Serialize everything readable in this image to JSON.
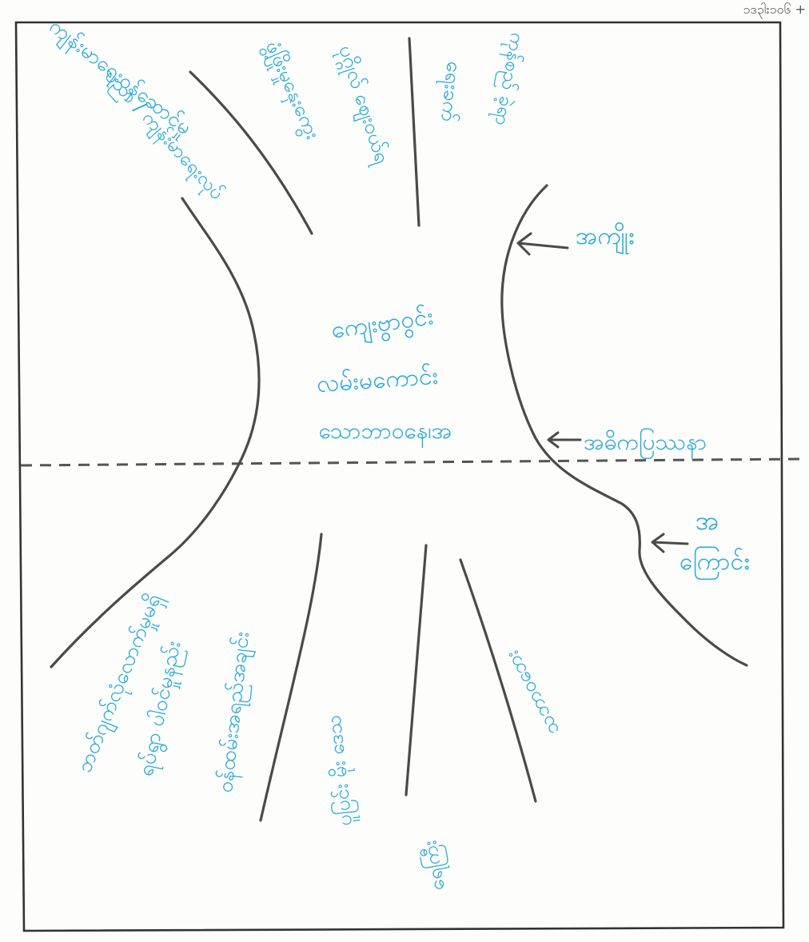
{
  "corner_note": "၁ဒ၃ါး၁ဝ၆ +",
  "tree": {
    "trunk_label": [
      "ကျေးဗွာ၀ွင်း",
      "လမ်းမကောင်း",
      "သောဘာဝနေ၊အ"
    ],
    "crown_label": "အကျိုး",
    "middle_label": "အဓိကပြဿနာ",
    "roots_label": [
      "အ",
      "ကြောင်း"
    ]
  },
  "effects": [
    "ကျန်းမာရေးဝန်ဆောင်မှု",
    "ပညာ / ကျန်းမာရေးလုပ်",
    "ဖွံ့ဖြိုးမှုနှေးကွေး",
    "ပုဂ္ဂိုလ် ဈေးဝယ်ရ",
    "ရေးခက်",
    "ကုန်စည် ခဲ့ရာ"
  ],
  "causes": [
    "ဘတ်ဂျက်လုံလောက်မှုမရှိ",
    "ရပ်ရွာ ပါဝင်မှုနည်း",
    "ဝန်ထမ်းအရည်အချင်း",
    "ပူပြင်း မိုး ဒေသ",
    "ရေကြီး",
    "သဘာဝဘေး"
  ]
}
